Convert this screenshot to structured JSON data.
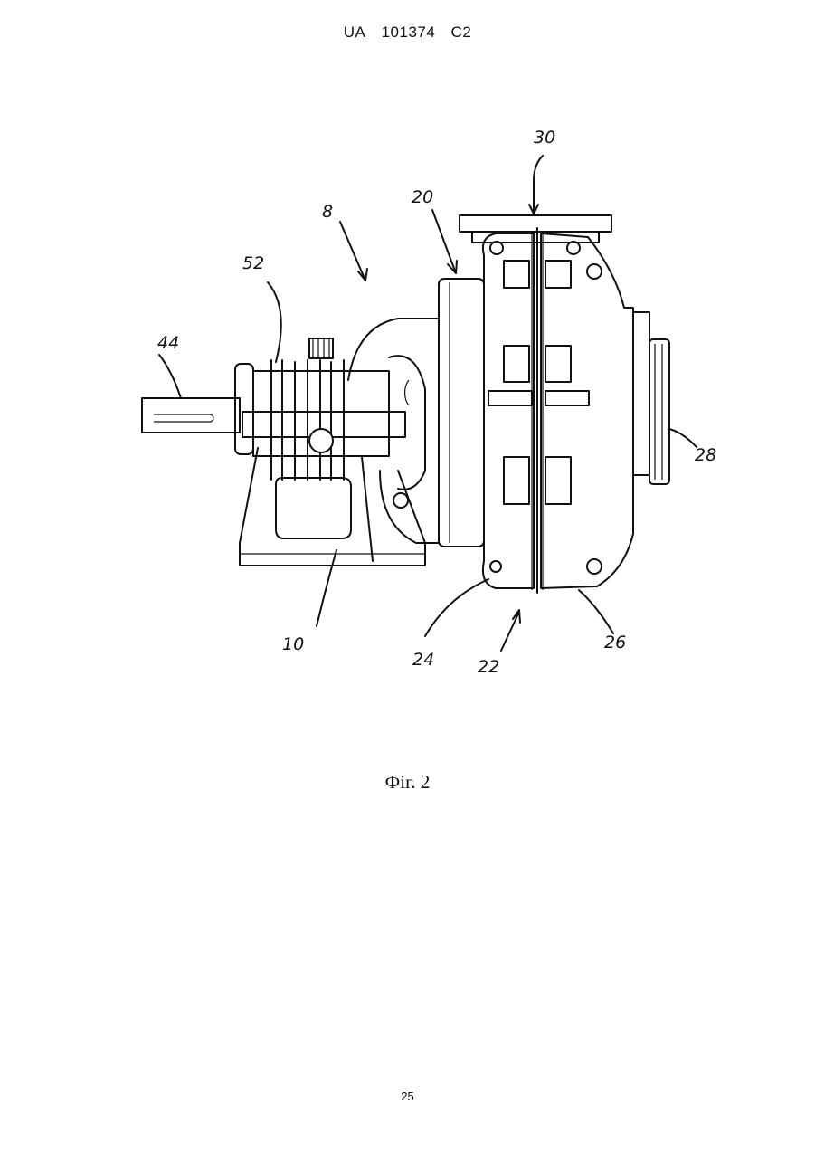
{
  "header": {
    "country": "UA",
    "number": "101374",
    "kind": "C2"
  },
  "figure": {
    "labels": {
      "l8": "8",
      "l10": "10",
      "l20": "20",
      "l22": "22",
      "l24": "24",
      "l26": "26",
      "l28": "28",
      "l30": "30",
      "l44": "44",
      "l52": "52"
    },
    "caption": "Фіг. 2"
  },
  "page_number": "25"
}
